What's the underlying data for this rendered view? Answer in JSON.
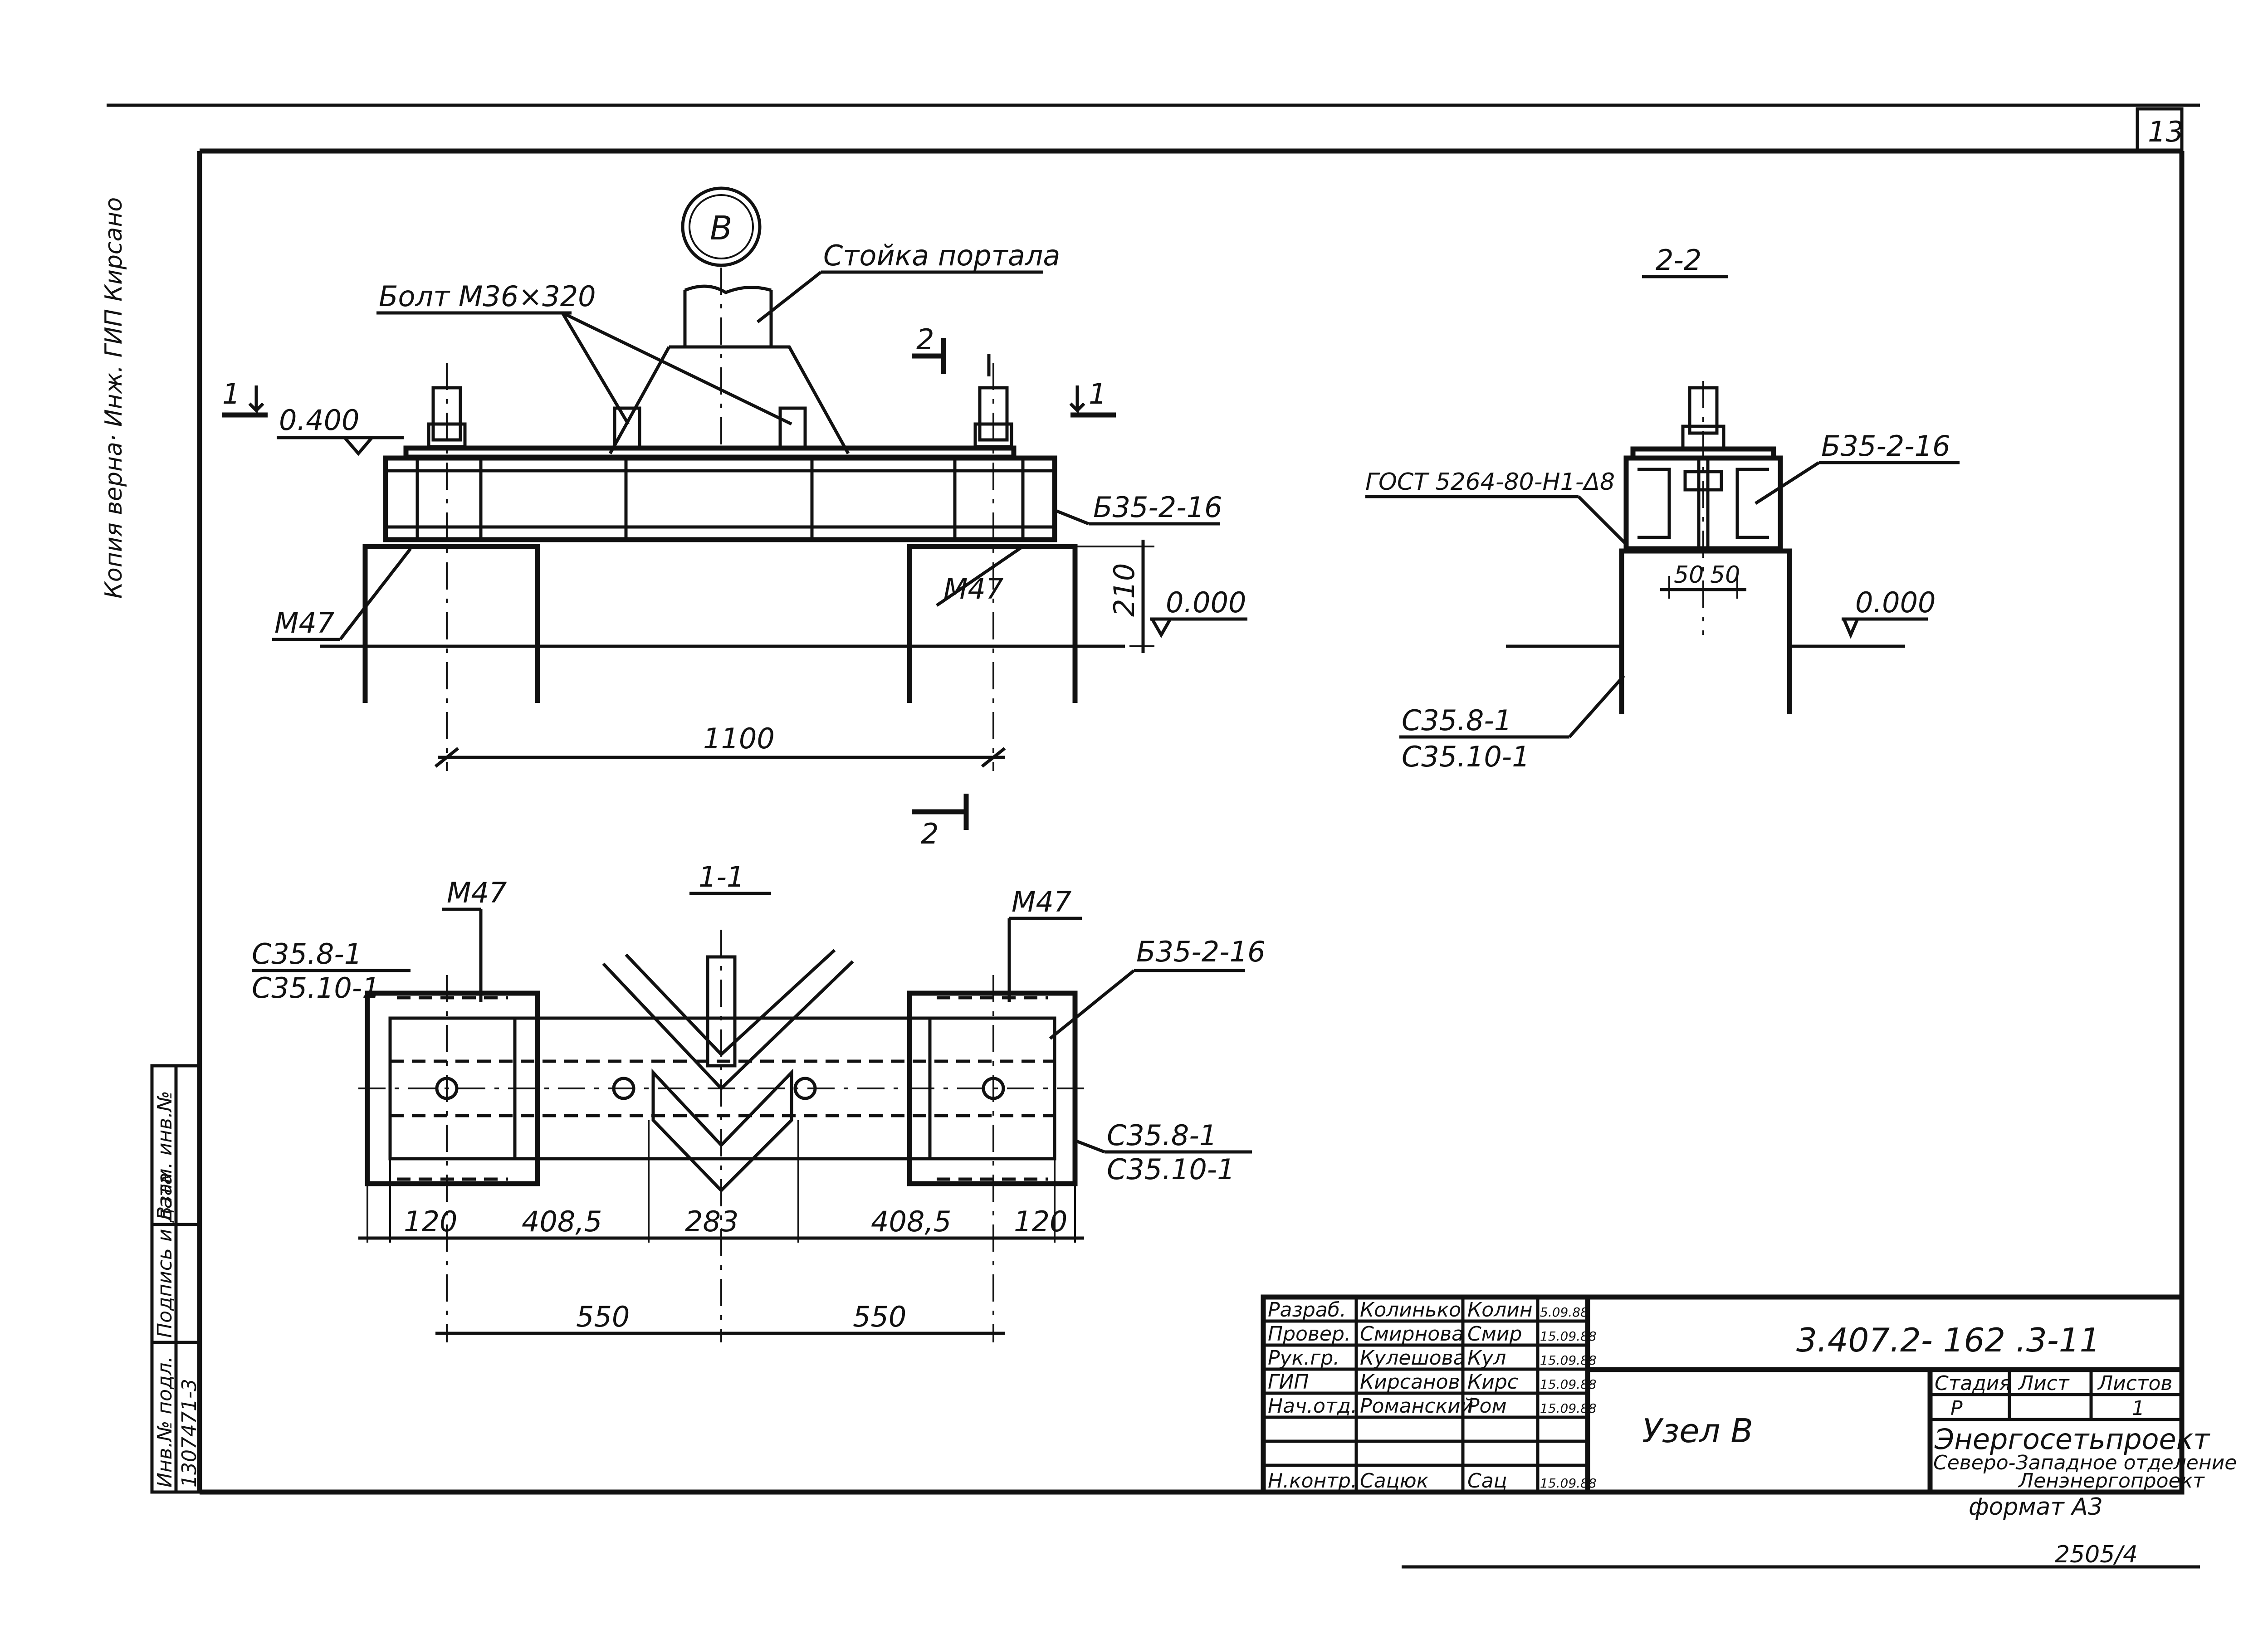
{
  "sheet": {
    "page_number": "13",
    "left_margin_note": "Копия верна· Инж. ГИП Кирсано",
    "bottom_right_ref": "2505/4",
    "format": "формат А3"
  },
  "node_marker": "В",
  "labels": {
    "portal_post": "Стойка портала",
    "bolt": "Болт М36×320",
    "mark_0400": "0.400",
    "mark_0000_front": "0.000",
    "mark_0000_side": "0.000",
    "beam_front": "Б35-2-16",
    "beam_side": "Б35-2-16",
    "beam_plan": "Б35-2-16",
    "m47_left": "М47",
    "m47_right": "М47",
    "m47_plan_left": "М47",
    "m47_plan_right": "М47",
    "gost": "ГОСТ 5264-80-Н1-Δ8",
    "column_side_1": "С35.8-1",
    "column_side_2": "С35.10-1",
    "column_plan_left_1": "С35.8-1",
    "column_plan_left_2": "С35.10-1",
    "column_plan_right_1": "С35.8-1",
    "column_plan_right_2": "С35.10-1"
  },
  "sections": {
    "s1_left": "1",
    "s1_right": "1",
    "s2_top": "2",
    "s2_bottom": "2",
    "title_22": "2-2",
    "title_11": "1-1"
  },
  "dims": {
    "d210": "210",
    "d1100": "1100",
    "d50a": "50",
    "d50b": "50",
    "p120a": "120",
    "p408a": "408,5",
    "p283": "283",
    "p408b": "408,5",
    "p120b": "120",
    "p550a": "550",
    "p550b": "550"
  },
  "side_stamp": {
    "col1": "Инв.№ подл.",
    "col1_val": "1307471-3",
    "col2": "Подпись и дата",
    "col3": "Взам. инв.№"
  },
  "title_block": {
    "doc_code": "3.407.2- 162 .3-11",
    "title": "Узел В",
    "stage_h": "Стадия",
    "sheet_h": "Лист",
    "sheets_h": "Листов",
    "stage": "Р",
    "sheets": "1",
    "org1": "Энергосетьпроект",
    "org2": "Северо-Западное отделение",
    "org3": "Ленэнергопроект",
    "rows": [
      {
        "role": "Разраб.",
        "name": "Колинько",
        "sign": "Колин",
        "date": "5.09.88"
      },
      {
        "role": "Провер.",
        "name": "Смирнова",
        "sign": "Смир",
        "date": "15.09.88"
      },
      {
        "role": "Рук.гр.",
        "name": "Кулешова",
        "sign": "Кул",
        "date": "15.09.88"
      },
      {
        "role": "ГИП",
        "name": "Кирсанов",
        "sign": "Кирс",
        "date": "15.09.88"
      },
      {
        "role": "Нач.отд.",
        "name": "Романский",
        "sign": "Ром",
        "date": "15.09.88"
      },
      {
        "role": "",
        "name": "",
        "sign": "",
        "date": ""
      },
      {
        "role": "",
        "name": "",
        "sign": "",
        "date": ""
      },
      {
        "role": "Н.контр.",
        "name": "Сацюк",
        "sign": "Сац",
        "date": "15.09.88"
      }
    ]
  }
}
